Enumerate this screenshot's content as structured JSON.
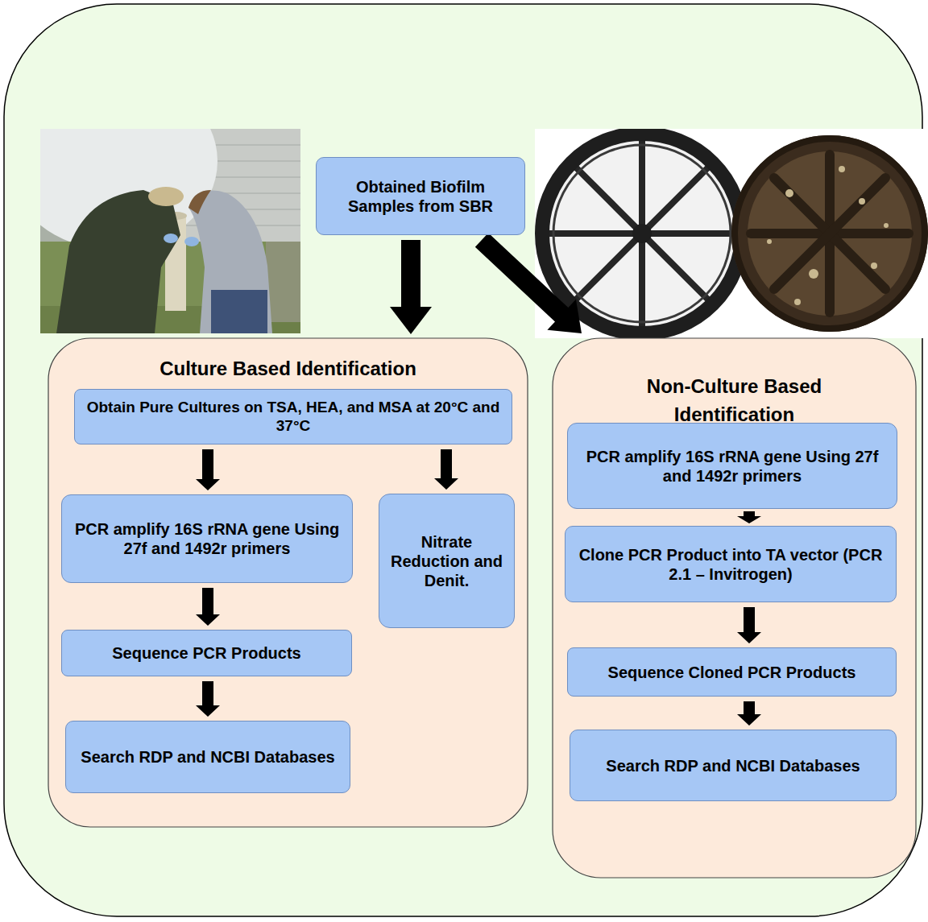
{
  "diagram": {
    "nodes": [
      {
        "text": [
          "Obtained Biofilm Samples from SBR"
        ]
      },
      {
        "text": [
          "Culture Based Identification"
        ]
      },
      {
        "text": [
          "Obtain Pure Cultures on TSA, HEA, and MSA at 20°C and 37°C"
        ],
        "in": 1
      },
      {
        "text": [
          "PCR amplify 16S rRNA gene Using 27f and 1492r primers"
        ],
        "in": 1
      },
      {
        "text": [
          "Nitrate Reduction and Denit."
        ],
        "in": 1
      },
      {
        "text": [
          "Sequence PCR Products"
        ],
        "in": 1
      },
      {
        "text": [
          "Search RDP and NCBI Databases"
        ],
        "in": 1
      },
      {
        "text": [
          "Non-Culture Based Identification"
        ]
      },
      {
        "text": [
          "PCR amplify 16S rRNA gene Using 27f and 1492r primers"
        ],
        "in": 7
      },
      {
        "text": [
          "Clone PCR Product into TA vector (PCR 2.1 – Invitrogen)"
        ],
        "in": 7
      },
      {
        "text": [
          "Sequence Cloned PCR Products"
        ],
        "in": 7
      },
      {
        "text": [
          "Search RDP and NCBI Databases"
        ],
        "in": 7
      }
    ],
    "edges": [
      {
        "from": 0,
        "to": 1,
        "arrow": "to"
      },
      {
        "from": 0,
        "to": 7,
        "arrow": "to"
      },
      {
        "from": 2,
        "to": 3,
        "arrow": "to"
      },
      {
        "from": 2,
        "to": 4,
        "arrow": "to"
      },
      {
        "from": 3,
        "to": 5,
        "arrow": "to"
      },
      {
        "from": 5,
        "to": 6,
        "arrow": "to"
      },
      {
        "from": 8,
        "to": 9,
        "arrow": "to"
      },
      {
        "from": 9,
        "to": 10,
        "arrow": "to"
      },
      {
        "from": 10,
        "to": 11,
        "arrow": "to"
      }
    ]
  }
}
